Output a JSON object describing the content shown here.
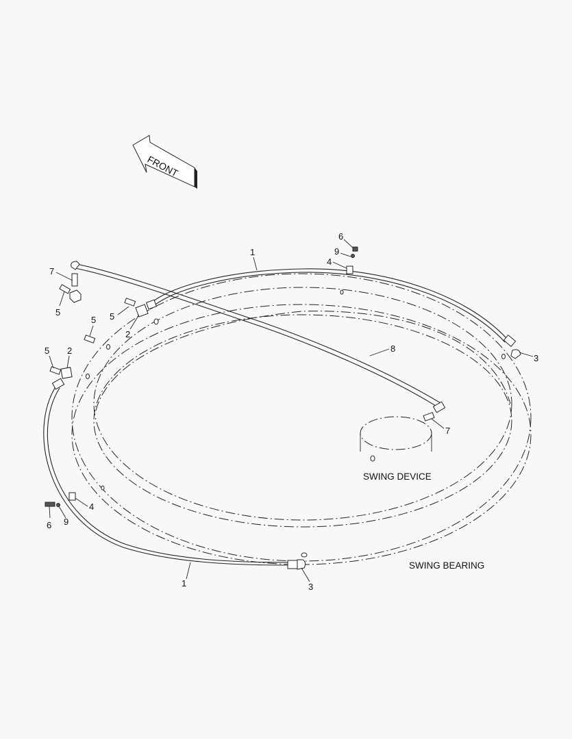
{
  "front_arrow": {
    "text": "FRONT"
  },
  "labels": {
    "swing_device": "SWING DEVICE",
    "swing_bearing": "SWING BEARING"
  },
  "callouts": [
    {
      "id": "c-6-top",
      "text": "6"
    },
    {
      "id": "c-9-top",
      "text": "9"
    },
    {
      "id": "c-4-top",
      "text": "4"
    },
    {
      "id": "c-1-top",
      "text": "1"
    },
    {
      "id": "c-7-left",
      "text": "7"
    },
    {
      "id": "c-5-a",
      "text": "5"
    },
    {
      "id": "c-5-b",
      "text": "5"
    },
    {
      "id": "c-2-a",
      "text": "2"
    },
    {
      "id": "c-5-c",
      "text": "5"
    },
    {
      "id": "c-5-d",
      "text": "5"
    },
    {
      "id": "c-2-b",
      "text": "2"
    },
    {
      "id": "c-8",
      "text": "8"
    },
    {
      "id": "c-3-right",
      "text": "3"
    },
    {
      "id": "c-7-right",
      "text": "7"
    },
    {
      "id": "c-4-bottom",
      "text": "4"
    },
    {
      "id": "c-6-bottom",
      "text": "6"
    },
    {
      "id": "c-9-bottom",
      "text": "9"
    },
    {
      "id": "c-1-bottom",
      "text": "1"
    },
    {
      "id": "c-3-bottom",
      "text": "3"
    }
  ]
}
